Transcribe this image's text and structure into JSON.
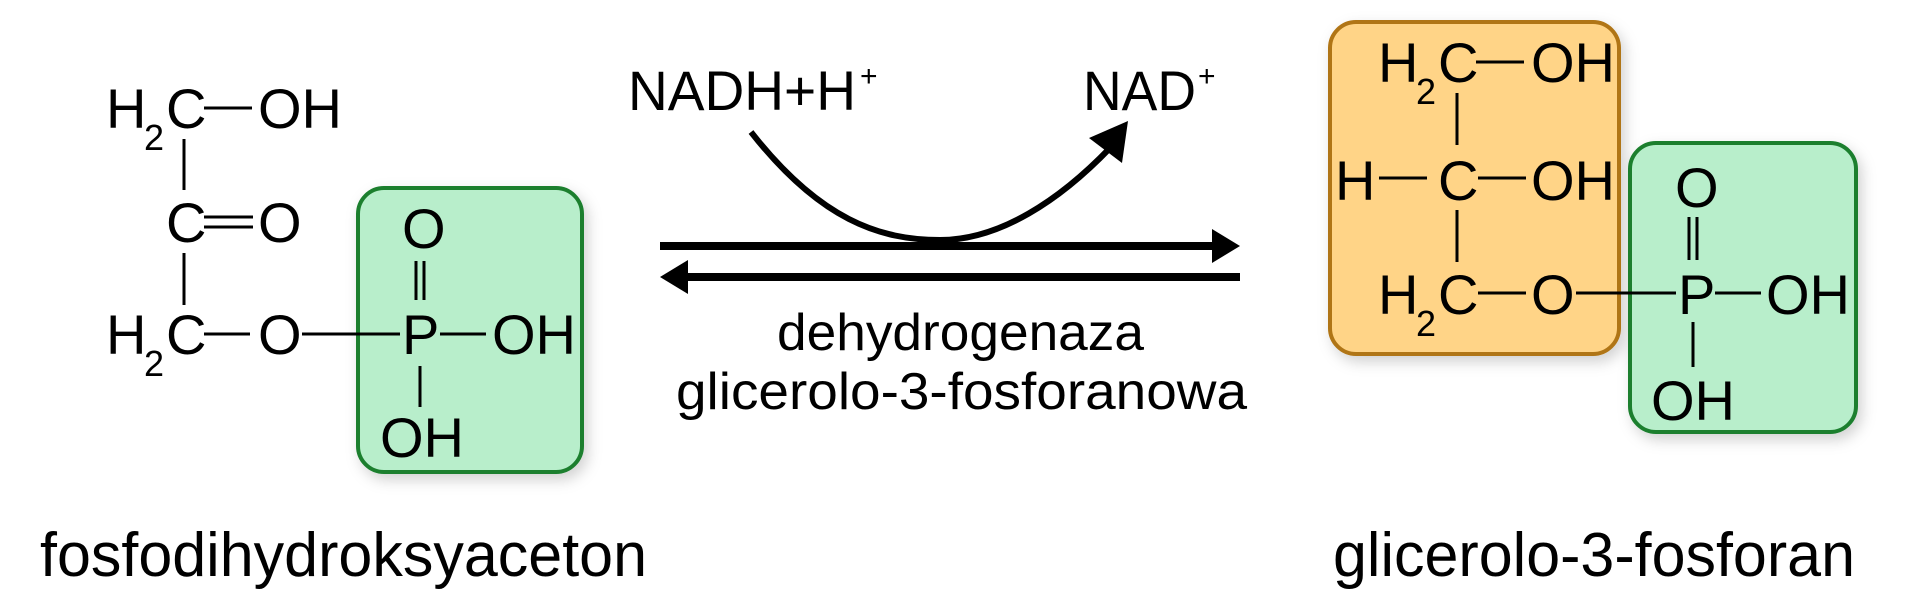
{
  "diagram": {
    "type": "biochemical-reaction",
    "colors": {
      "phosphate_fill": "#b8eecb",
      "phosphate_border": "#1a7f2e",
      "glycerol_fill": "#ffd487",
      "glycerol_border": "#b07412",
      "ink": "#000000",
      "background": "#ffffff"
    },
    "substrate": {
      "name": "fosfodihydroksyaceton",
      "atoms": {
        "row1_h": "H",
        "row1_sub": "2",
        "row1_c": "C",
        "row1_oh": "OH",
        "row2_c": "C",
        "row2_o": "O",
        "row3_h": "H",
        "row3_sub": "2",
        "row3_c": "C",
        "row3_o": "O"
      },
      "phosphate": {
        "top_o": "O",
        "p": "P",
        "right_oh": "OH",
        "bottom_oh": "OH"
      }
    },
    "cofactors": {
      "left_main": "NADH+H",
      "left_sup": "+",
      "right_main": "NAD",
      "right_sup": "+"
    },
    "enzyme": {
      "line1": "dehydrogenaza",
      "line2": "glicerolo-3-fosforanowa"
    },
    "arrows": {
      "forward": "reaction-forward",
      "reverse": "reaction-reverse",
      "cofactor_curve": "NADH-to-NAD"
    },
    "product": {
      "name": "glicerolo-3-fosforan",
      "atoms": {
        "row1_h": "H",
        "row1_sub": "2",
        "row1_c": "C",
        "row1_oh": "OH",
        "row2_h": "H",
        "row2_c": "C",
        "row2_oh": "OH",
        "row3_h": "H",
        "row3_sub": "2",
        "row3_c": "C",
        "row3_o": "O"
      },
      "phosphate": {
        "top_o": "O",
        "p": "P",
        "right_oh": "OH",
        "bottom_oh": "OH"
      }
    }
  }
}
